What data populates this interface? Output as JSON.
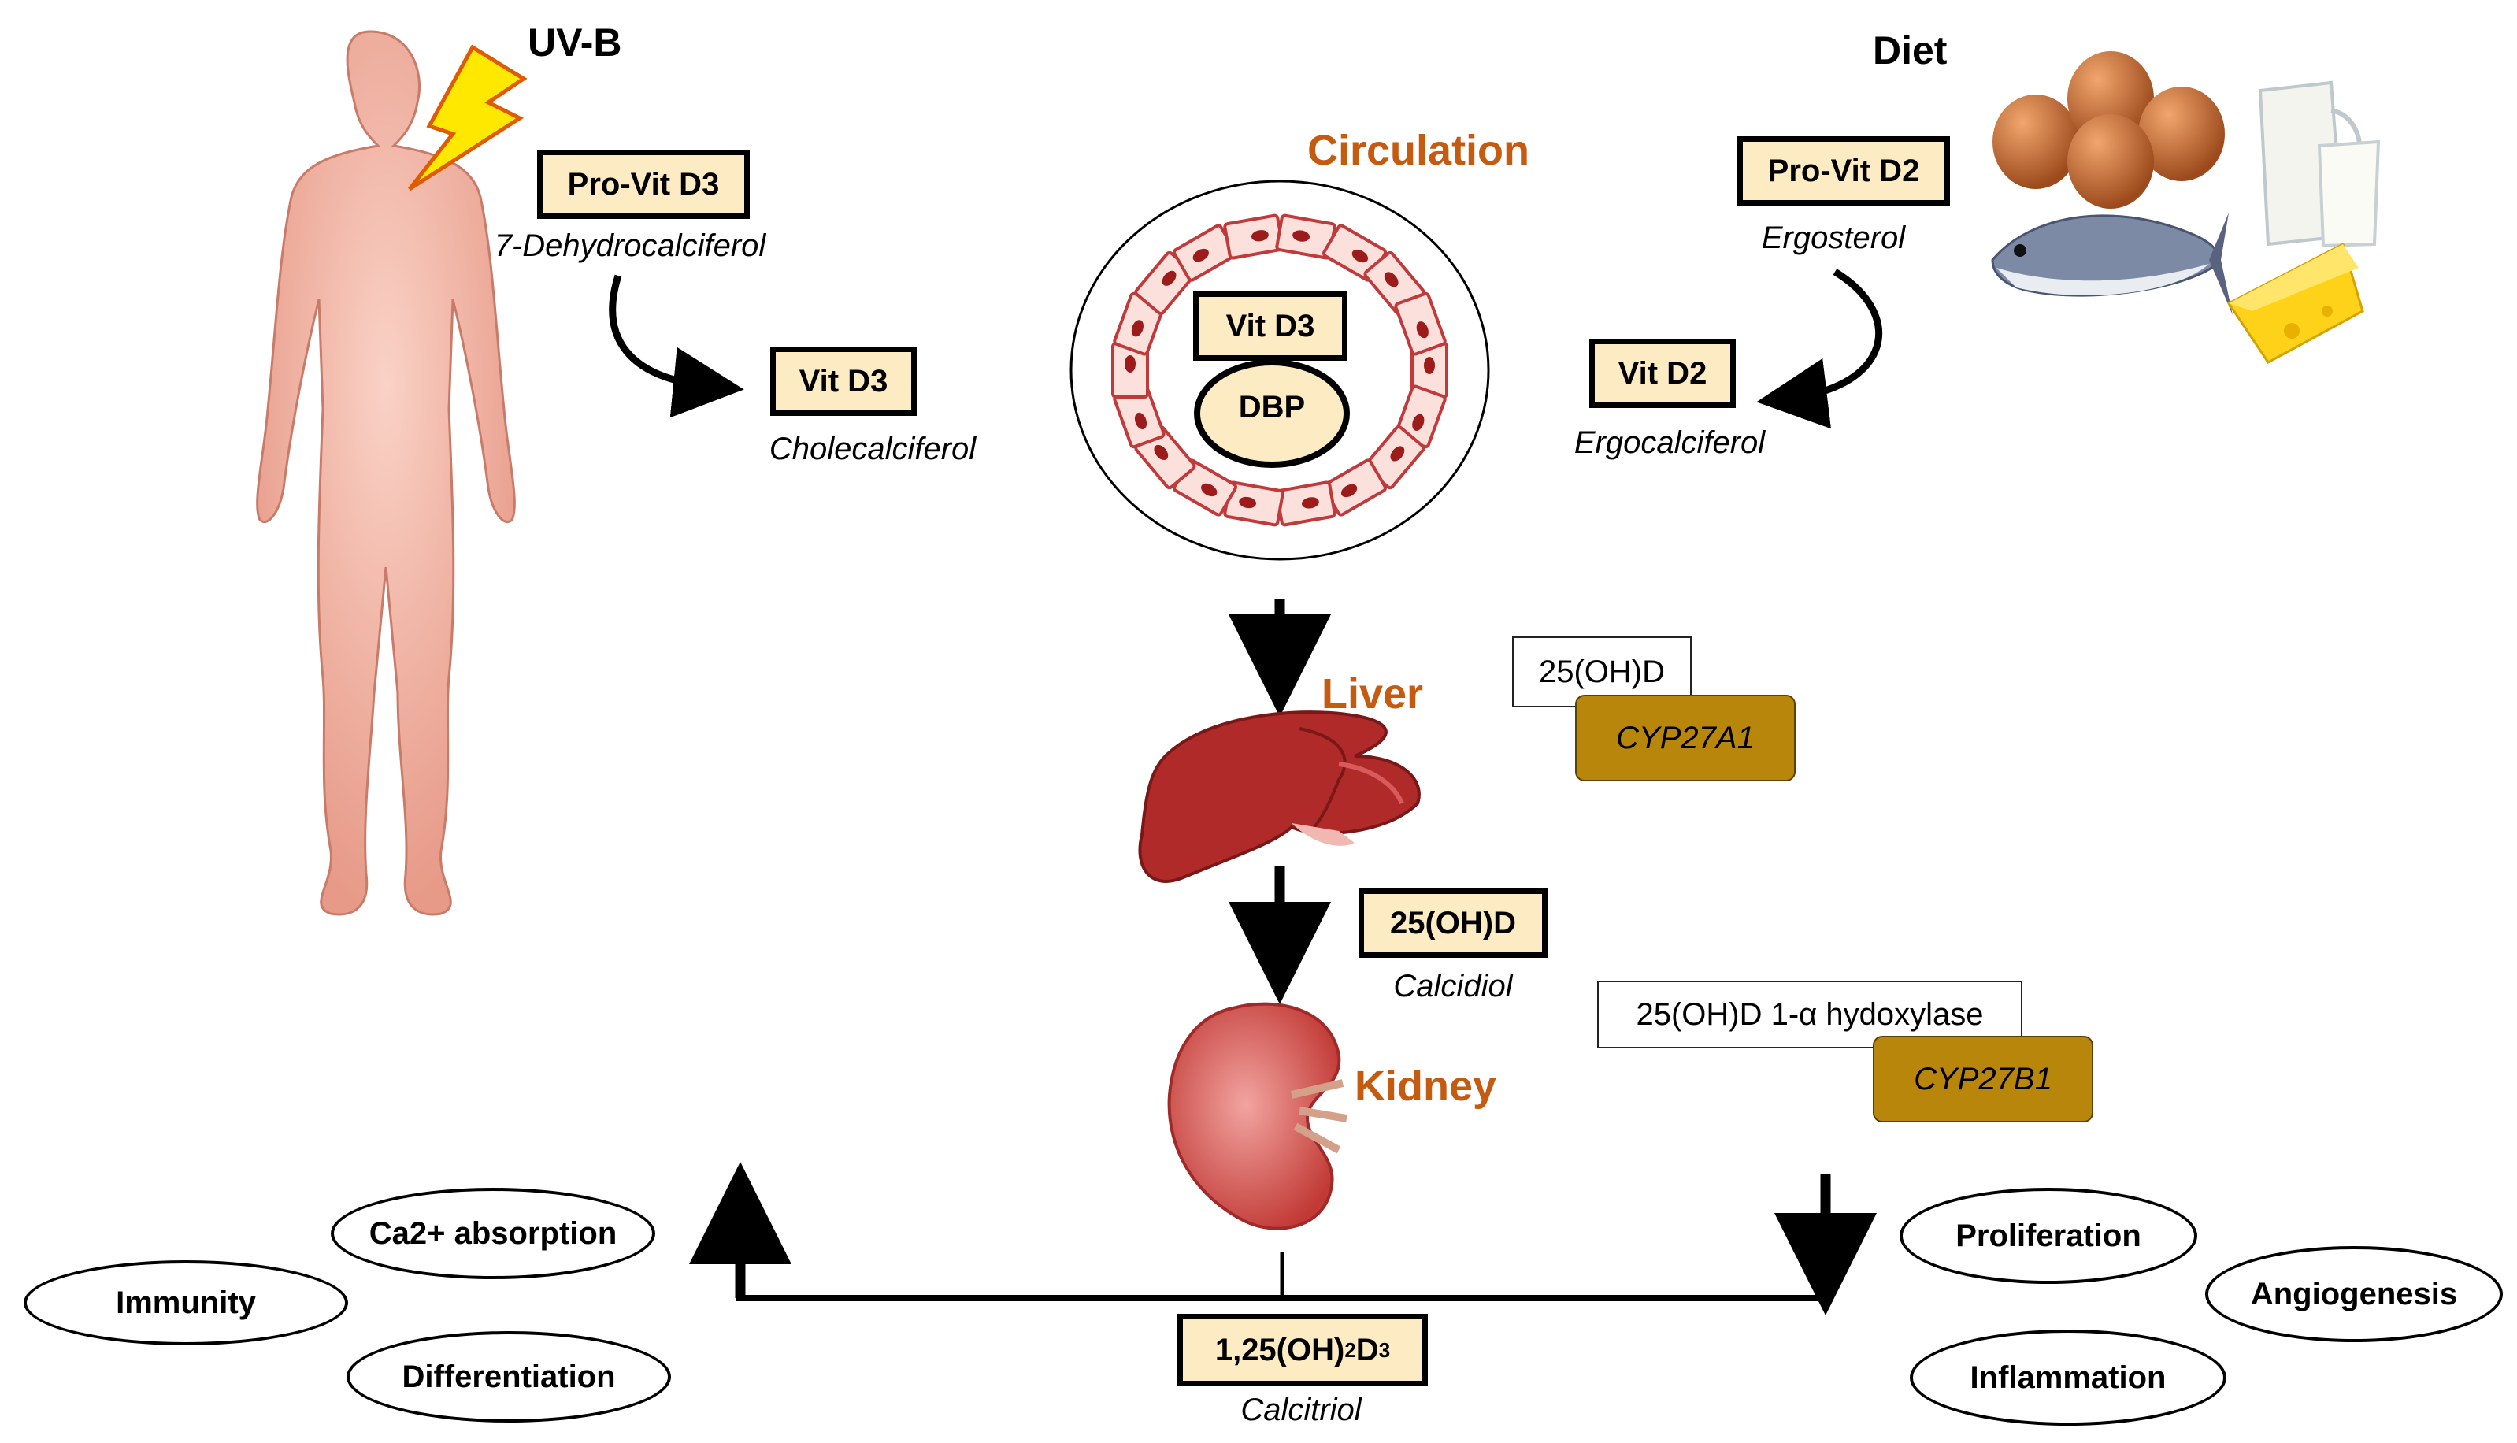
{
  "sources": {
    "uvb_label": "UV-B",
    "diet_label": "Diet"
  },
  "compounds": {
    "provitd3": {
      "name": "Pro-Vit D3",
      "desc": "7-Dehydrocalciferol"
    },
    "vitd3": {
      "name": "Vit D3",
      "desc": "Cholecalciferol"
    },
    "provitd2": {
      "name": "Pro-Vit D2",
      "desc": "Ergosterol"
    },
    "vitd2": {
      "name": "Vit D2",
      "desc": "Ergocalciferol"
    },
    "calcidiol": {
      "name": "25(OH)D",
      "desc": "Calcidiol"
    },
    "calcitriol": {
      "name_main": "1,25(OH)",
      "name_sub1": "2",
      "name_mid": "D",
      "name_sub2": "3",
      "desc": "Calcitriol"
    }
  },
  "circulation": {
    "title": "Circulation",
    "vit_label": "Vit D3",
    "carrier_label": "DBP"
  },
  "organs": {
    "liver": "Liver",
    "kidney": "Kidney"
  },
  "enzymes": {
    "liver_product": "25(OH)D",
    "liver_enzyme": "CYP27A1",
    "kidney_product": "25(OH)D 1-α hydoxylase",
    "kidney_enzyme": "CYP27B1"
  },
  "effects_up": [
    "Immunity",
    "Ca2+ absorption",
    "Differentiation"
  ],
  "effects_down": [
    "Proliferation",
    "Angiogenesis",
    "Inflammation"
  ],
  "colors": {
    "box_fill": "#fdebc4",
    "organ_label": "#c55a11",
    "enzyme_fill": "#b8860b",
    "vessel_cell_fill": "#fbe0dc",
    "vessel_cell_stroke": "#c0393b",
    "nucleus": "#9c1b1b",
    "skin": "#f2b4a4",
    "liver": "#b02a2a",
    "kidney": "#d95a55",
    "lightning": "#ffe800"
  }
}
